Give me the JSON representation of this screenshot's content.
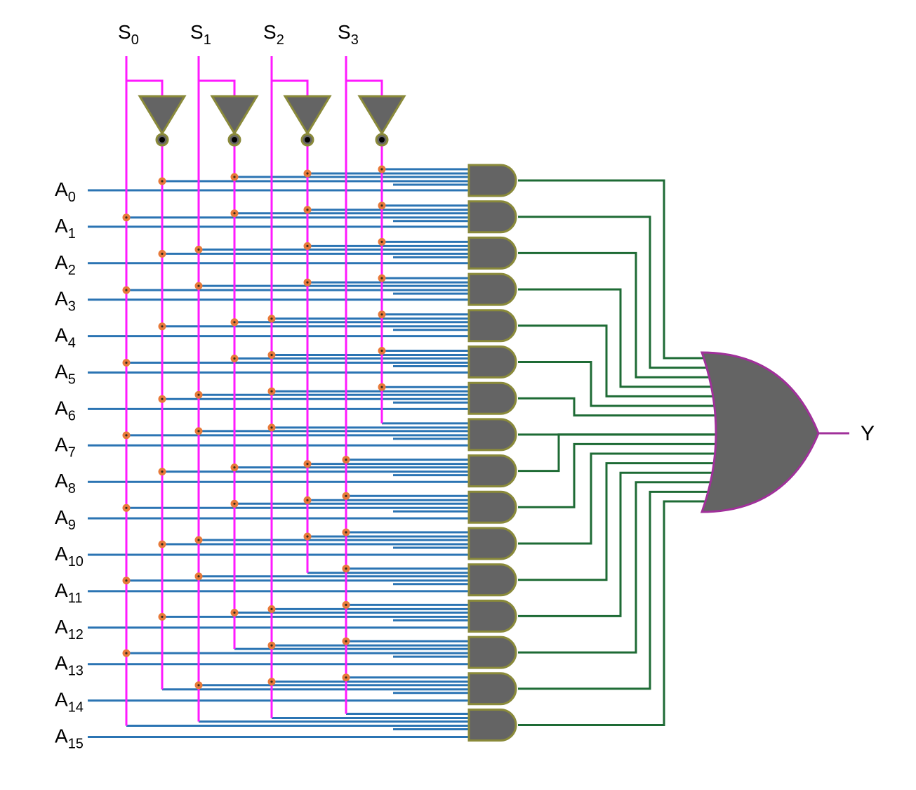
{
  "select_labels": [
    {
      "base": "S",
      "sub": "0"
    },
    {
      "base": "S",
      "sub": "1"
    },
    {
      "base": "S",
      "sub": "2"
    },
    {
      "base": "S",
      "sub": "3"
    }
  ],
  "input_labels": [
    {
      "base": "A",
      "sub": "0"
    },
    {
      "base": "A",
      "sub": "1"
    },
    {
      "base": "A",
      "sub": "2"
    },
    {
      "base": "A",
      "sub": "3"
    },
    {
      "base": "A",
      "sub": "4"
    },
    {
      "base": "A",
      "sub": "5"
    },
    {
      "base": "A",
      "sub": "6"
    },
    {
      "base": "A",
      "sub": "7"
    },
    {
      "base": "A",
      "sub": "8"
    },
    {
      "base": "A",
      "sub": "9"
    },
    {
      "base": "A",
      "sub": "10"
    },
    {
      "base": "A",
      "sub": "11"
    },
    {
      "base": "A",
      "sub": "12"
    },
    {
      "base": "A",
      "sub": "13"
    },
    {
      "base": "A",
      "sub": "14"
    },
    {
      "base": "A",
      "sub": "15"
    }
  ],
  "output_label": "Y",
  "colors": {
    "select_wire": "#ff1aff",
    "input_wire": "#2b74b3",
    "gate_to_or_wire": "#1e6b35",
    "gate_fill": "#646464",
    "and_gate_stroke": "#8a8a3a",
    "or_gate_stroke": "#a0309a",
    "output_wire": "#a0309a",
    "junction_dot": "#e87a3a",
    "inverter_stroke": "#8a8a3a"
  }
}
